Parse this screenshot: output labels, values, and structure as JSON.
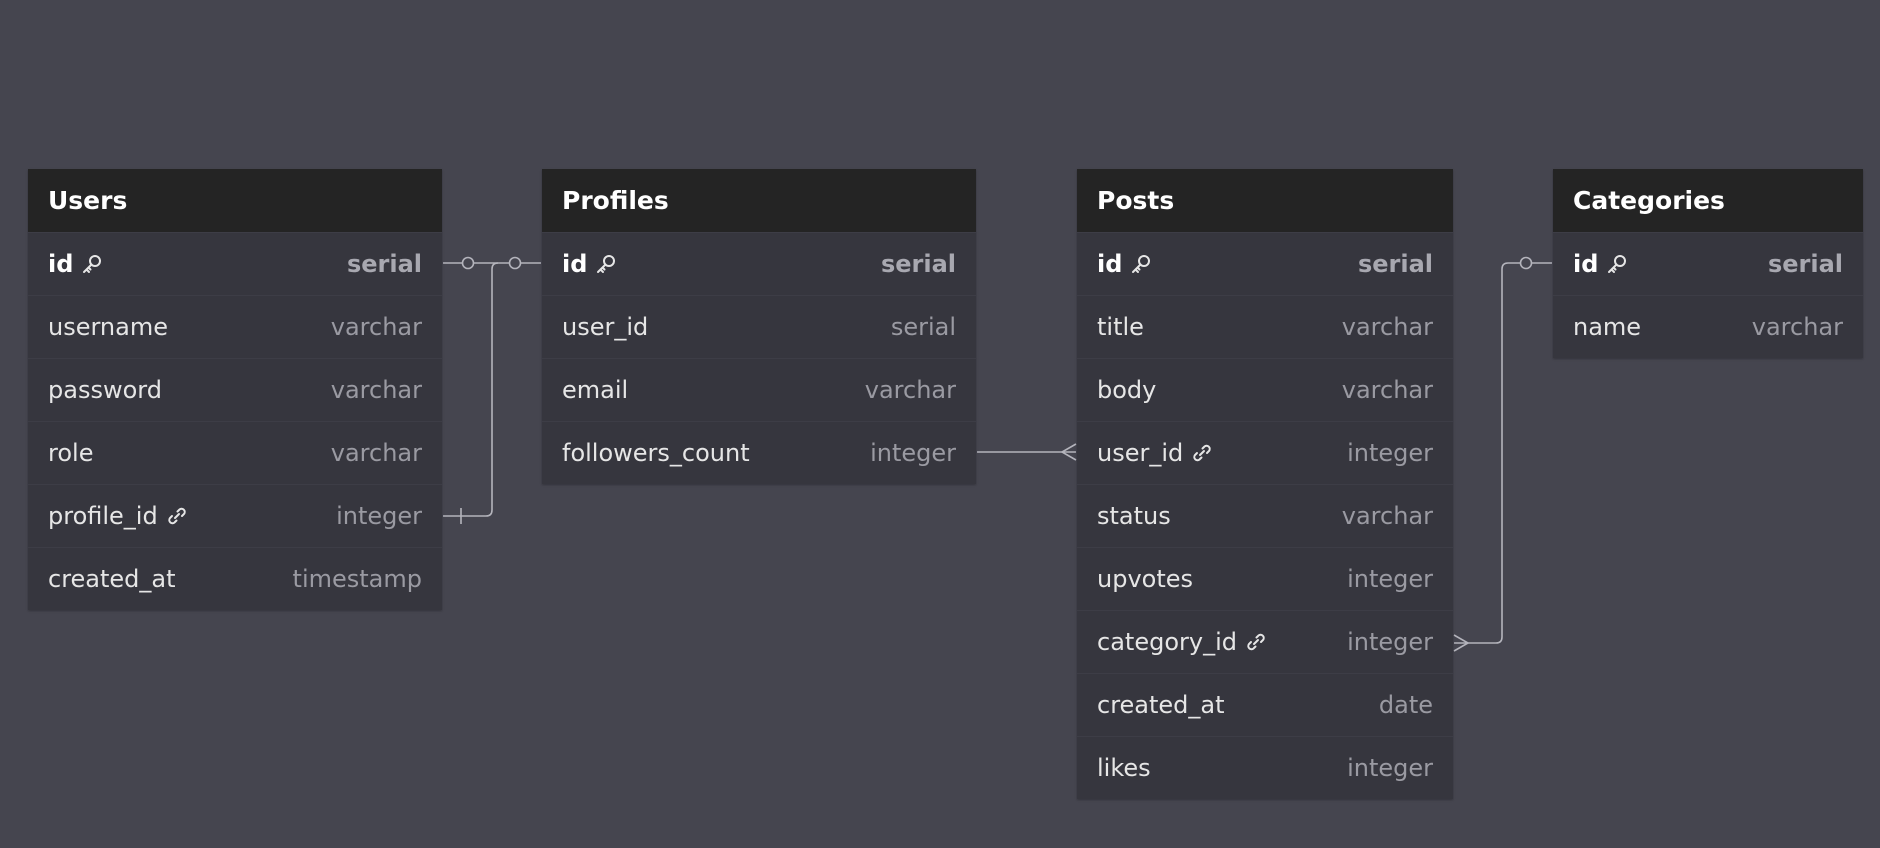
{
  "tables": [
    {
      "name": "Users",
      "columns": [
        {
          "name": "id",
          "type": "serial",
          "pk": true,
          "icon": "key-icon"
        },
        {
          "name": "username",
          "type": "varchar"
        },
        {
          "name": "password",
          "type": "varchar"
        },
        {
          "name": "role",
          "type": "varchar"
        },
        {
          "name": "profile_id",
          "type": "integer",
          "icon": "link-icon"
        },
        {
          "name": "created_at",
          "type": "timestamp"
        }
      ]
    },
    {
      "name": "Profiles",
      "columns": [
        {
          "name": "id",
          "type": "serial",
          "pk": true,
          "icon": "key-icon"
        },
        {
          "name": "user_id",
          "type": "serial"
        },
        {
          "name": "email",
          "type": "varchar"
        },
        {
          "name": "followers_count",
          "type": "integer"
        }
      ]
    },
    {
      "name": "Posts",
      "columns": [
        {
          "name": "id",
          "type": "serial",
          "pk": true,
          "icon": "key-icon"
        },
        {
          "name": "title",
          "type": "varchar"
        },
        {
          "name": "body",
          "type": "varchar"
        },
        {
          "name": "user_id",
          "type": "integer",
          "icon": "link-icon"
        },
        {
          "name": "status",
          "type": "varchar"
        },
        {
          "name": "upvotes",
          "type": "integer"
        },
        {
          "name": "category_id",
          "type": "integer",
          "icon": "link-icon"
        },
        {
          "name": "created_at",
          "type": "date"
        },
        {
          "name": "likes",
          "type": "integer"
        }
      ]
    },
    {
      "name": "Categories",
      "columns": [
        {
          "name": "id",
          "type": "serial",
          "pk": true,
          "icon": "key-icon"
        },
        {
          "name": "name",
          "type": "varchar"
        }
      ]
    }
  ],
  "colors": {
    "background": "#45454f",
    "header": "#242424",
    "body": "#36363e",
    "connector": "#b4b4bc"
  }
}
